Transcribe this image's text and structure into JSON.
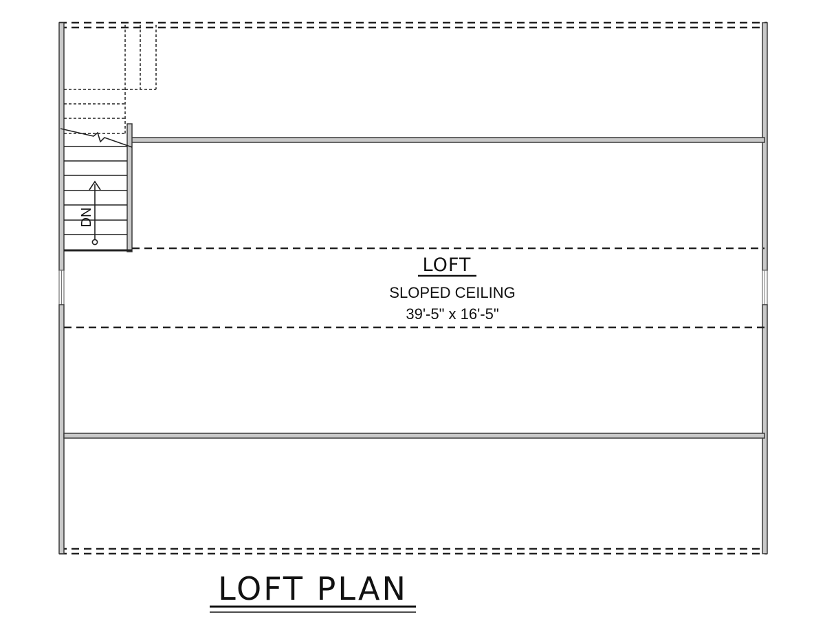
{
  "room": {
    "name": "LOFT",
    "note": "SLOPED CEILING",
    "dimensions": "39'-5\" x 16'-5\""
  },
  "stair": {
    "direction": "DN"
  },
  "plan": {
    "title": "LOFT PLAN"
  }
}
